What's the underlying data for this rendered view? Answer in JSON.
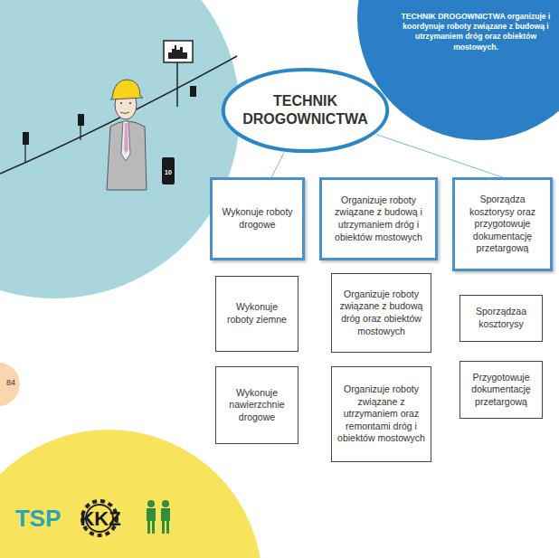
{
  "diagram": {
    "nodes": [
      {
        "text": [
          "TECHNIK DROGOWNICTWA organizuje i koordynuje roboty związane z budową i utrzymaniem dróg oraz obiektów mostowych."
        ]
      },
      {
        "text": [
          "TECHNIK DROGOWNICTWA"
        ]
      },
      {
        "text": [
          "Wykonuje roboty drogowe"
        ]
      },
      {
        "text": [
          "Organizuje roboty związane z budową i utrzymaniem dróg i obiektów mostowych"
        ]
      },
      {
        "text": [
          "Sporządza kosztorysy oraz przygotowuje dokumentację przetargową"
        ]
      },
      {
        "text": [
          "Wykonuje roboty ziemne"
        ]
      },
      {
        "text": [
          "Organizuje roboty związane z budową dróg oraz obiektów mostowych"
        ]
      },
      {
        "text": [
          "Sporządzaa kosztorysy"
        ]
      },
      {
        "text": [
          "Wykonuje nawierzchnie drogowe"
        ]
      },
      {
        "text": [
          "Organizuje roboty związane z utrzymaniem oraz remontami dróg i obiektów mostowych"
        ]
      },
      {
        "text": [
          "Przygotowuje dokumentację przetargową"
        ]
      }
    ],
    "edges": [
      {
        "from": 1,
        "to": 2,
        "arrow": "none"
      },
      {
        "from": 1,
        "to": 4,
        "arrow": "none"
      }
    ],
    "labels": [
      "10",
      "84",
      "TSP",
      "KKZ"
    ]
  }
}
